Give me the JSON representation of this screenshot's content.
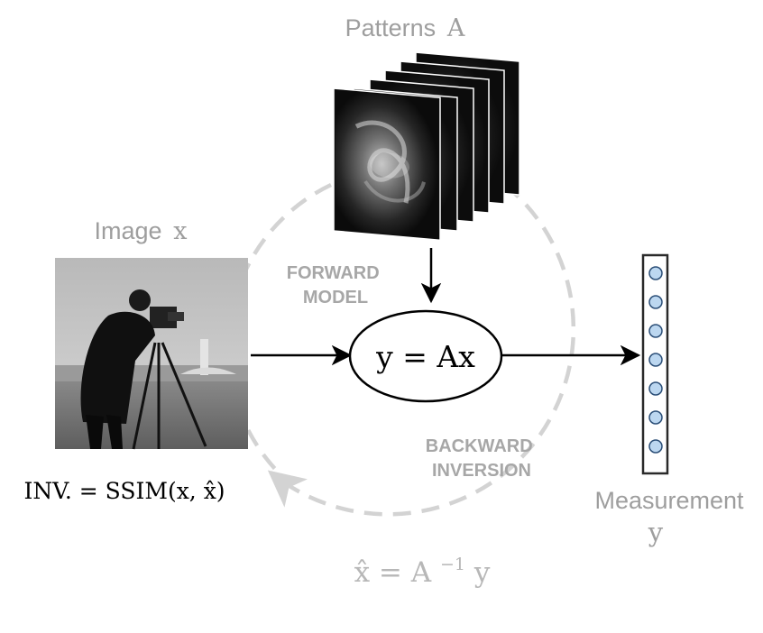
{
  "labels": {
    "patterns_word": "Patterns",
    "patterns_symbol": "A",
    "image_word": "Image",
    "image_symbol": "x",
    "forward_line1": "FORWARD",
    "forward_line2": "MODEL",
    "backward_line1": "BACKWARD",
    "backward_line2": "INVERSION",
    "measurement_word": "Measurement",
    "measurement_symbol": "y",
    "equation": "y = Ax",
    "inverse_lhs": "x̂ = A",
    "inverse_exp": "−1",
    "inverse_rhs": "y",
    "metric": "INV. = SSIM(x, x̂)"
  },
  "pattern_count": 6,
  "measurement_nodes": 7,
  "colors": {
    "arrow": "#000000",
    "dashed_loop": "#d3d3d3",
    "node_fill": "#bcd7f0",
    "node_stroke": "#2c4f78",
    "gray_text": "#9e9e9e"
  }
}
